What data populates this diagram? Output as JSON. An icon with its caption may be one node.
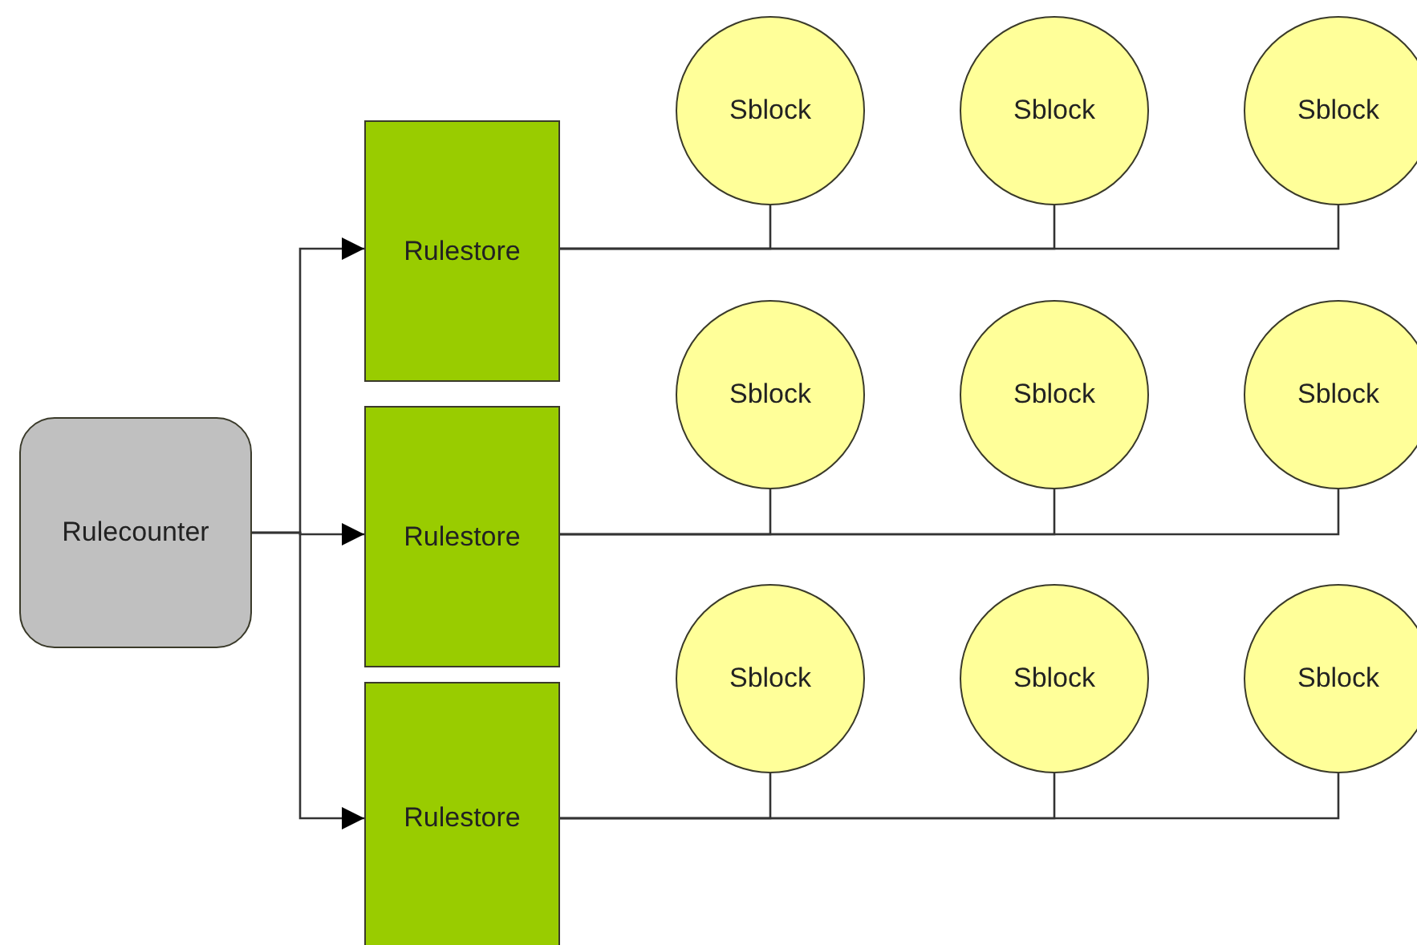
{
  "diagram": {
    "nodes": [
      {
        "text": [
          "Rulecounter"
        ]
      },
      {
        "text": [
          "Rulestore"
        ]
      },
      {
        "text": [
          "Rulestore"
        ]
      },
      {
        "text": [
          "Rulestore"
        ]
      },
      {
        "text": [
          "Sblock"
        ]
      },
      {
        "text": [
          "Sblock"
        ]
      },
      {
        "text": [
          "Sblock"
        ]
      },
      {
        "text": [
          "Sblock"
        ]
      },
      {
        "text": [
          "Sblock"
        ]
      },
      {
        "text": [
          "Sblock"
        ]
      },
      {
        "text": [
          "Sblock"
        ]
      },
      {
        "text": [
          "Sblock"
        ]
      },
      {
        "text": [
          "Sblock"
        ]
      }
    ],
    "edges": [
      {
        "from": 0,
        "to": 1,
        "arrow": "to"
      },
      {
        "from": 0,
        "to": 2,
        "arrow": "to"
      },
      {
        "from": 0,
        "to": 3,
        "arrow": "to"
      },
      {
        "from": 1,
        "to": 4,
        "arrow": "none"
      },
      {
        "from": 1,
        "to": 5,
        "arrow": "none"
      },
      {
        "from": 1,
        "to": 6,
        "arrow": "none"
      },
      {
        "from": 2,
        "to": 7,
        "arrow": "none"
      },
      {
        "from": 2,
        "to": 8,
        "arrow": "none"
      },
      {
        "from": 2,
        "to": 9,
        "arrow": "none"
      },
      {
        "from": 3,
        "to": 10,
        "arrow": "none"
      },
      {
        "from": 3,
        "to": 11,
        "arrow": "none"
      },
      {
        "from": 3,
        "to": 12,
        "arrow": "none"
      }
    ]
  }
}
